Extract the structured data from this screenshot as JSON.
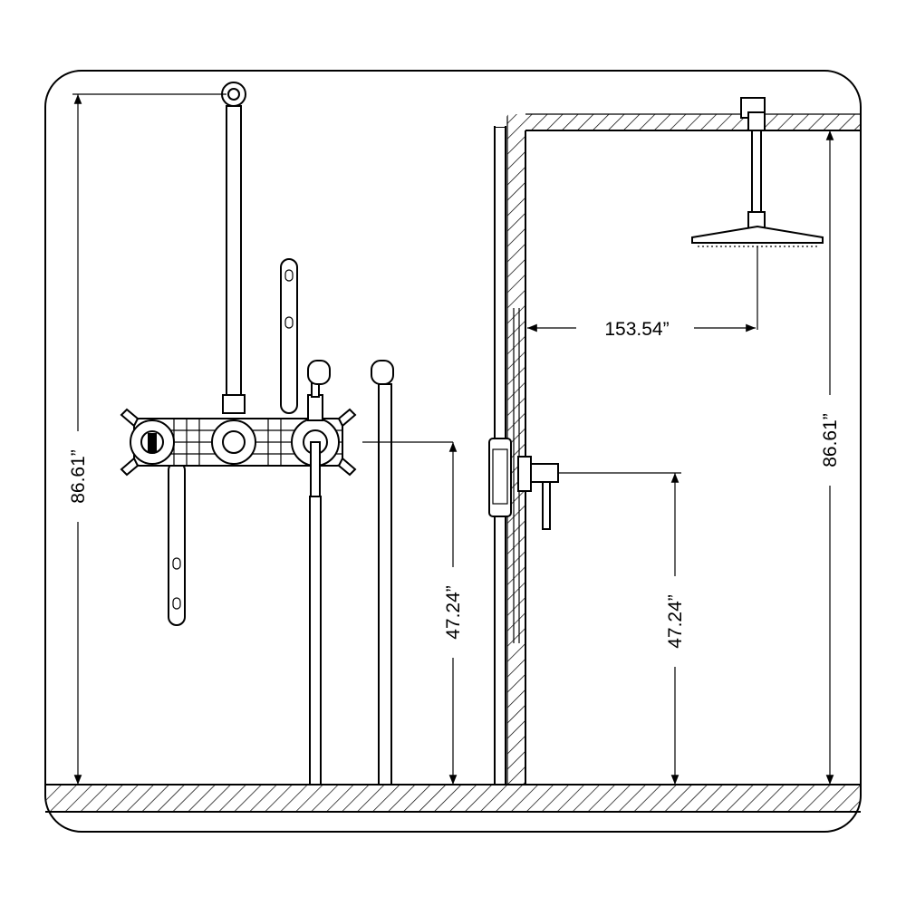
{
  "dimensions": {
    "left_total_height": "86.61”",
    "left_valve_height": "47.24”",
    "right_arm_length": "153.54”",
    "right_valve_height": "47.24”",
    "right_total_height": "86.61”"
  },
  "colors": {
    "line": "#000000",
    "background": "#ffffff"
  }
}
